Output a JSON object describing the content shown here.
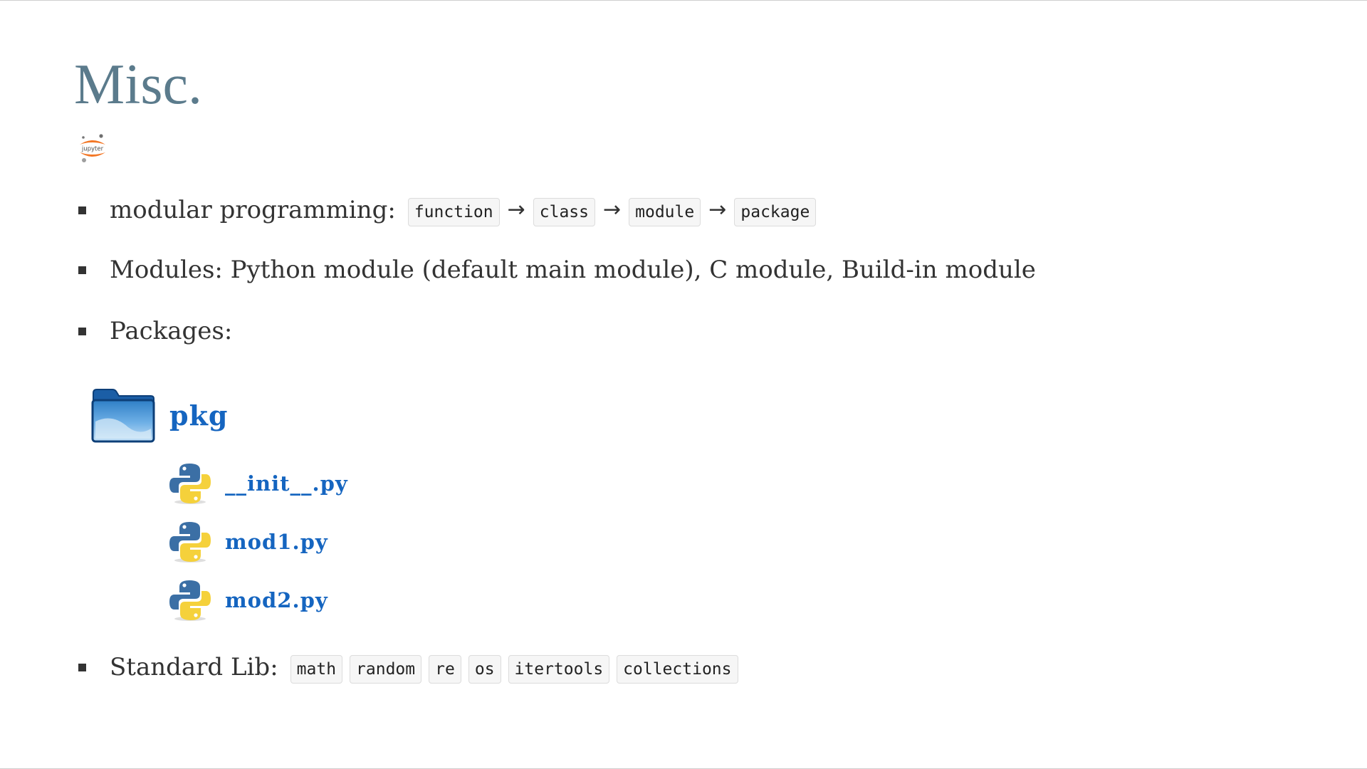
{
  "slide": {
    "title": "Misc.",
    "logo_icon": "jupyter-logo-icon",
    "logo_text": "jupyter"
  },
  "bullets": {
    "modular": {
      "label": "modular programming:",
      "chain": [
        "function",
        "class",
        "module",
        "package"
      ],
      "arrow": "→"
    },
    "modules": {
      "text": "Modules: Python module (default main module), C module, Build-in module"
    },
    "packages": {
      "label": "Packages:",
      "tree": {
        "folder_icon": "folder-icon",
        "folder_name": "pkg",
        "file_icon": "python-icon",
        "files": [
          "__init__.py",
          "mod1.py",
          "mod2.py"
        ]
      }
    },
    "stdlib": {
      "label": "Standard Lib:",
      "items": [
        "math",
        "random",
        "re",
        "os",
        "itertools",
        "collections"
      ]
    }
  },
  "colors": {
    "title": "#5b7b8c",
    "text": "#333333",
    "tree_label": "#1565c0",
    "code_bg": "#f6f6f6",
    "code_border": "#dcdcdc",
    "jupyter_orange": "#f37726"
  }
}
